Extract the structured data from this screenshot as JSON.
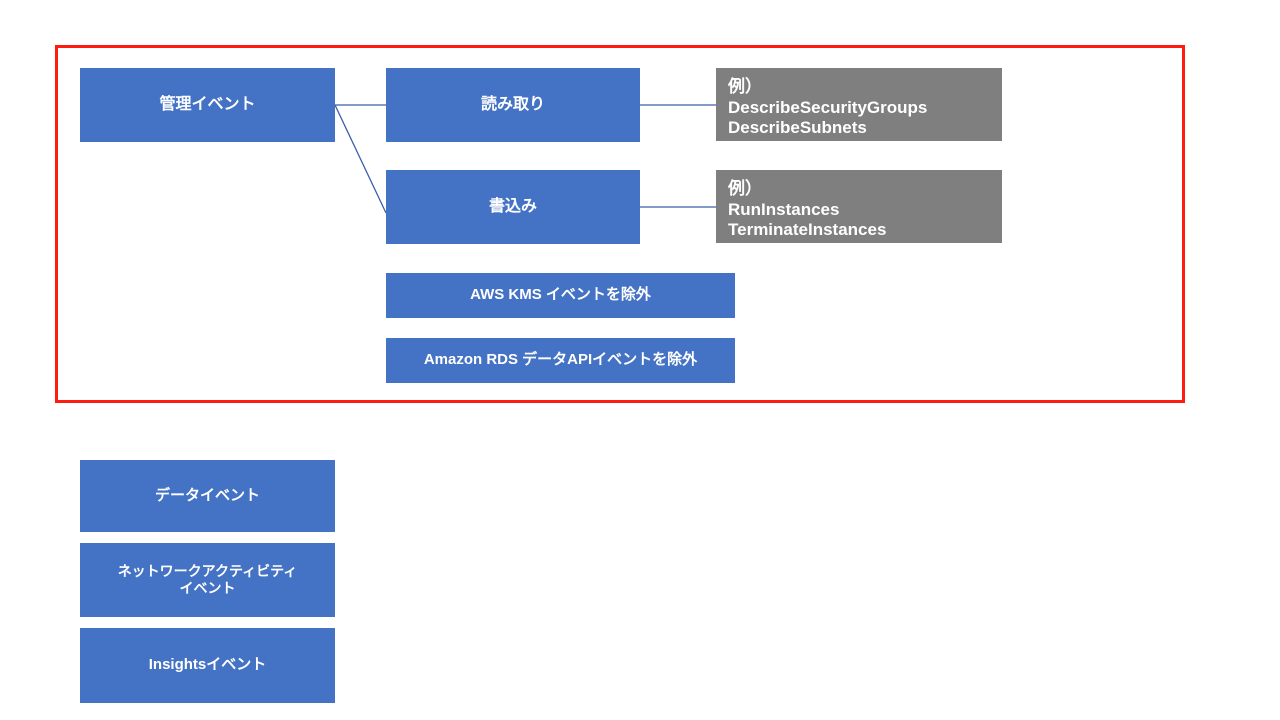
{
  "diagram": {
    "title_context": "AWS CloudTrail イベントタイプ",
    "colors": {
      "box_blue": "#4472C4",
      "box_gray": "#7F7F7F",
      "highlight_border": "#FF1B10",
      "connector_line": "#4472C4",
      "text_on_box": "#FFFFFF",
      "canvas_background": "#FFFFFF"
    },
    "highlight": {
      "label": "管理イベント グループ強調枠"
    },
    "nodes": {
      "management_event": {
        "label": "管理イベント"
      },
      "read": {
        "label": "読み取り"
      },
      "write": {
        "label": "書込み"
      },
      "read_examples": {
        "label": "例）\nDescribeSecurityGroups\nDescribeSubnets"
      },
      "write_examples": {
        "label": "例）\nRunInstances\nTerminateInstances"
      },
      "exclude_kms": {
        "label": "AWS KMS イベントを除外"
      },
      "exclude_rds_data_api": {
        "label": "Amazon RDS データAPIイベントを除外"
      },
      "data_event": {
        "label": "データイベント"
      },
      "network_activity_event": {
        "label": "ネットワークアクティビティ\nイベント"
      },
      "insights_event": {
        "label": "Insightsイベント"
      }
    },
    "connectors": [
      {
        "name": "management-to-read",
        "from": "管理イベント",
        "to": "読み取り"
      },
      {
        "name": "management-to-write",
        "from": "管理イベント",
        "to": "書込み"
      },
      {
        "name": "read-to-read-examples",
        "from": "読み取り",
        "to": "例）DescribeSecurityGroups"
      },
      {
        "name": "write-to-write-examples",
        "from": "書込み",
        "to": "例）RunInstances"
      }
    ]
  }
}
